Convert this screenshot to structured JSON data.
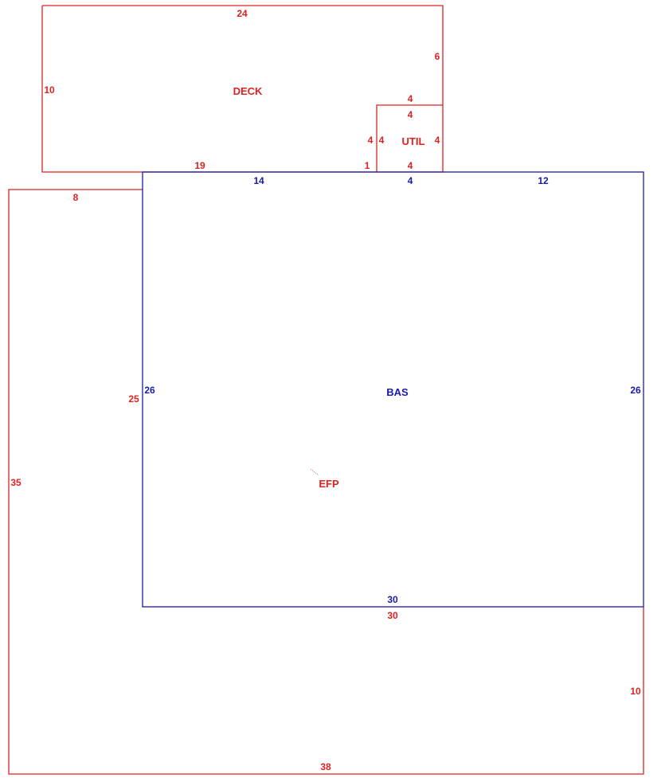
{
  "colors": {
    "red": "#dd2222",
    "blue": "#1a1aaa",
    "background": "#ffffff"
  },
  "areas": {
    "deck": {
      "label": "DECK",
      "dims": {
        "top": "24",
        "right": "6",
        "left": "10",
        "bottom": "19",
        "bottom_step": "1"
      }
    },
    "util": {
      "label": "UTIL",
      "dims": {
        "top": "4",
        "top_inner": "4",
        "left_outer": "4",
        "left_inner": "4",
        "right": "4",
        "bottom": "4"
      }
    },
    "bas": {
      "label": "BAS",
      "dims": {
        "top_left": "14",
        "top_mid": "4",
        "top_right": "12",
        "left": "26",
        "right": "26",
        "bottom": "30"
      }
    },
    "efp": {
      "label": "EFP",
      "dims": {
        "top": "8",
        "inner_left": "25",
        "left": "35",
        "inner_bottom": "30",
        "right": "10",
        "bottom": "38"
      }
    }
  }
}
